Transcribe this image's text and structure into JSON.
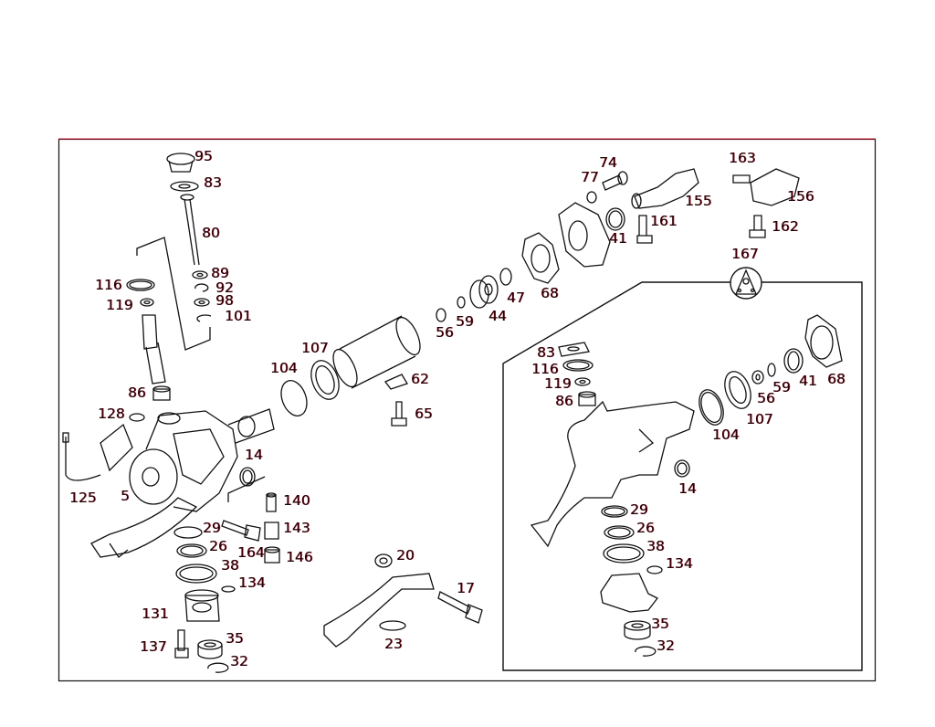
{
  "diagram": {
    "type": "exploded-parts-diagram",
    "line_color": "#111111",
    "accent_color": "#d0102a",
    "main_labels": [
      "95",
      "83",
      "80",
      "89",
      "92",
      "98",
      "101",
      "116",
      "119",
      "86",
      "128",
      "125",
      "5",
      "14",
      "107",
      "104",
      "62",
      "65",
      "56",
      "59",
      "44",
      "47",
      "68",
      "41",
      "77",
      "74",
      "155",
      "161",
      "163",
      "156",
      "162",
      "167",
      "140",
      "143",
      "146",
      "164",
      "29",
      "26",
      "38",
      "134",
      "131",
      "35",
      "137",
      "32",
      "20",
      "17",
      "23"
    ],
    "inset_labels": [
      "83",
      "116",
      "119",
      "86",
      "104",
      "107",
      "56",
      "59",
      "41",
      "68",
      "14",
      "29",
      "26",
      "38",
      "134",
      "35",
      "32"
    ]
  }
}
